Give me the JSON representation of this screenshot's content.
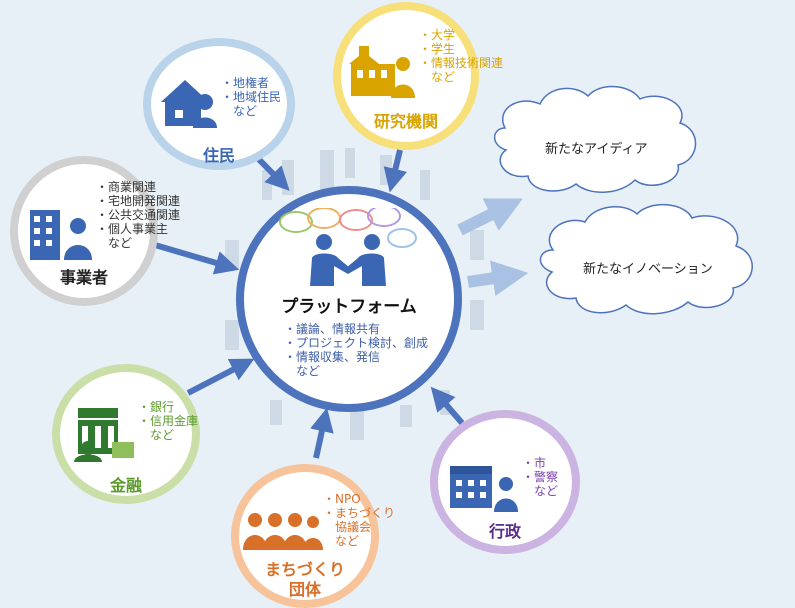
{
  "center": {
    "title": "プラットフォーム",
    "items": [
      "議論、情報共有",
      "プロジェクト検討、創成",
      "情報収集、発信"
    ],
    "etc": "など",
    "ring_color": "#4d73bd"
  },
  "nodes": {
    "residents": {
      "label": "住民",
      "items": [
        "地権者",
        "地域住民"
      ],
      "etc": "など",
      "color": "#b8d3ea",
      "text_color": "#3a66b4"
    },
    "research": {
      "label": "研究機関",
      "items": [
        "大学",
        "学生",
        "情報技術関連"
      ],
      "etc": "など",
      "color": "#f7df79",
      "text_color": "#d9a400"
    },
    "business": {
      "label": "事業者",
      "items": [
        "商業関連",
        "宅地開発関連",
        "公共交通関連",
        "個人事業主"
      ],
      "etc": "など",
      "color": "#d0d0d0",
      "text_color": "#333333"
    },
    "finance": {
      "label": "金融",
      "items": [
        "銀行",
        "信用金庫"
      ],
      "etc": "など",
      "color": "#c9dfa7",
      "text_color": "#5c9a2c"
    },
    "machizukuri": {
      "label_line1": "まちづくり",
      "label_line2": "団体",
      "items": [
        "NPO",
        "まちづくり協議会"
      ],
      "item2_line1": "まちづくり",
      "item2_line2": "協議会",
      "etc": "など",
      "color": "#f6c39a",
      "text_color": "#d9702a"
    },
    "government": {
      "label": "行政",
      "items": [
        "市",
        "警察"
      ],
      "etc": "など",
      "color": "#cbb3e2",
      "text_color": "#7b3fb0"
    }
  },
  "outputs": {
    "idea": "新たなアイディア",
    "innovation": "新たなイノベーション"
  },
  "icons": {
    "residents": "house-person-icon",
    "research": "university-building-icon",
    "business": "office-building-person-icon",
    "finance": "bank-money-icon",
    "machizukuri": "group-people-icon",
    "government": "government-building-icon",
    "center": "handshake-speech-icon"
  }
}
